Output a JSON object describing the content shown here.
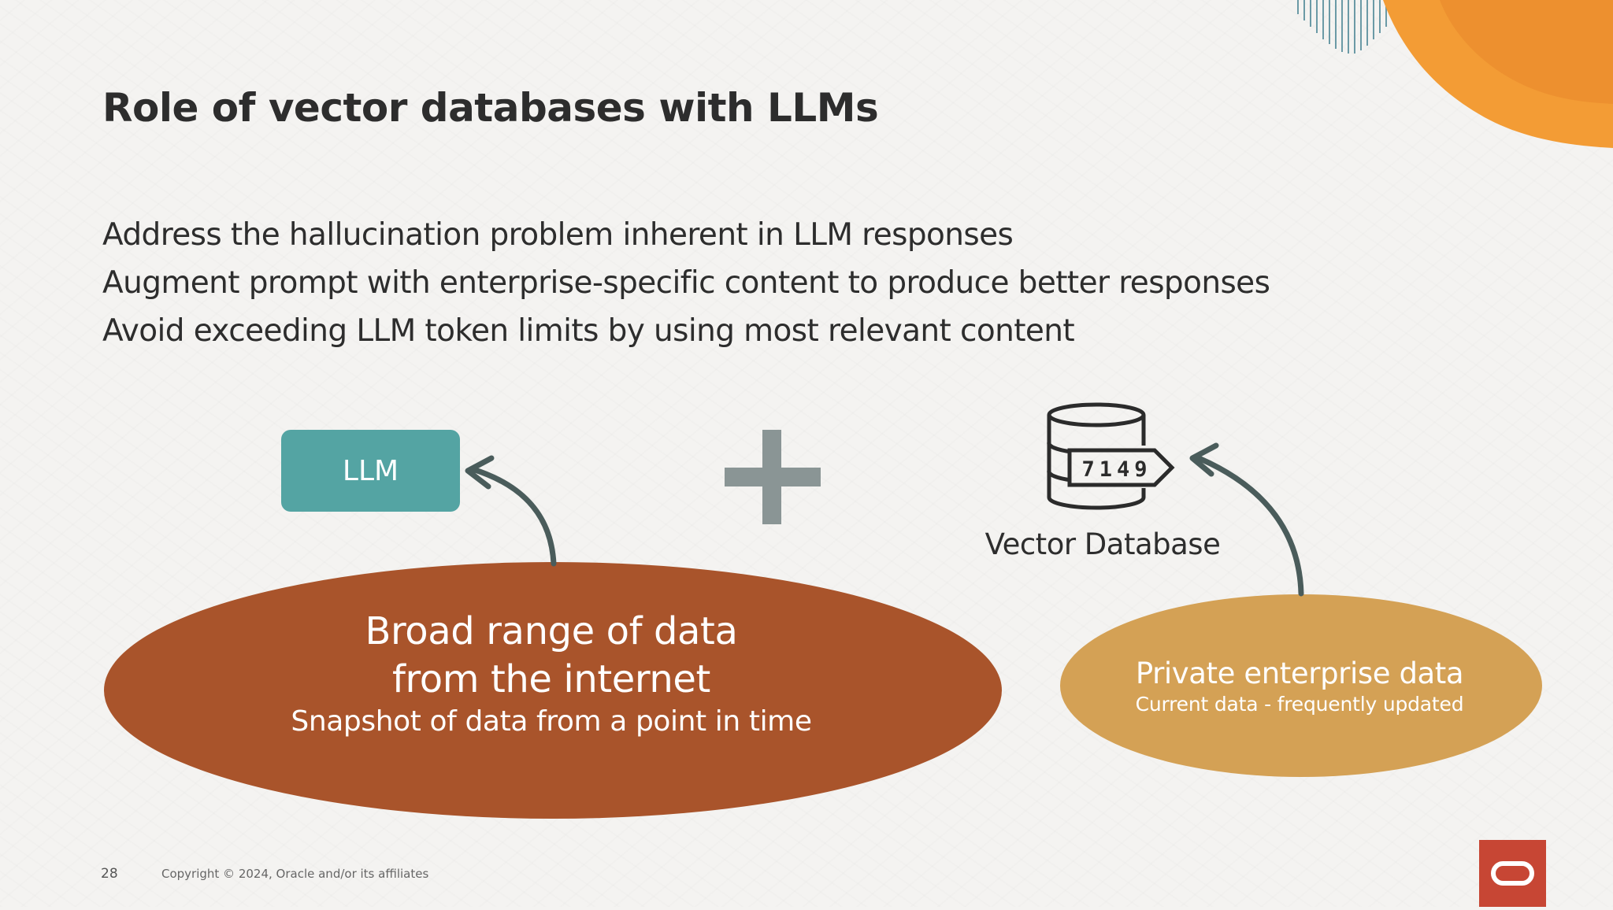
{
  "slide": {
    "title": "Role of vector databases with LLMs",
    "bullets": [
      "Address the hallucination problem inherent in LLM responses",
      "Augment prompt with enterprise-specific content to produce better responses",
      "Avoid exceeding LLM token limits by using most relevant content"
    ]
  },
  "diagram": {
    "llm_label": "LLM",
    "vector_db_label": "Vector Database",
    "db_icon_digits": "7149",
    "internet_data": {
      "line1": "Broad range of data",
      "line2": "from the internet",
      "sub": "Snapshot of data from a point in time"
    },
    "enterprise_data": {
      "main": "Private enterprise data",
      "sub": "Current data -  frequently updated"
    }
  },
  "colors": {
    "llm_teal": "#54a4a3",
    "internet_oval": "#a9542b",
    "enterprise_oval": "#d4a155",
    "arrow": "#4a5c5b",
    "plus": "#8a9595",
    "oracle_red": "#c74634",
    "accent_orange": "#f39c35"
  },
  "footer": {
    "page_number": "28",
    "copyright": "Copyright © 2024, Oracle and/or its affiliates"
  },
  "icons": {
    "database": "database-icon",
    "plus": "plus-icon",
    "oracle": "oracle-logo-icon"
  }
}
